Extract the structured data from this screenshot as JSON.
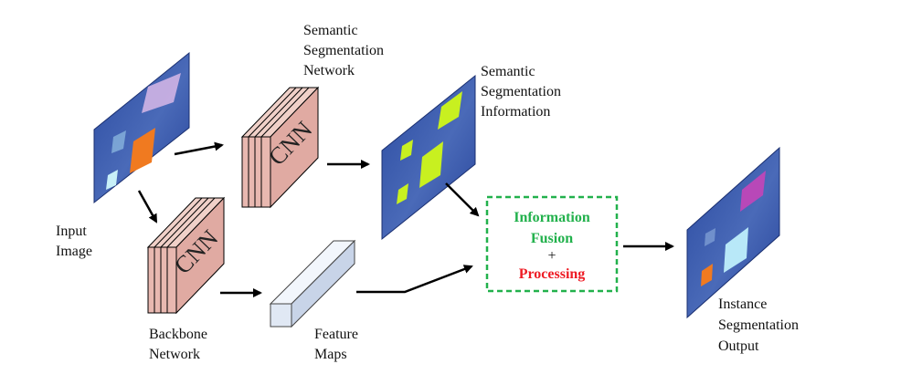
{
  "labels": {
    "input": [
      "Input",
      "Image"
    ],
    "semantic_network": [
      "Semantic",
      "Segmentation",
      "Network"
    ],
    "semantic_info": [
      "Semantic",
      "Segmentation",
      "Information"
    ],
    "backbone": [
      "Backbone",
      "Network"
    ],
    "feature_maps": [
      "Feature",
      "Maps"
    ],
    "instance_output": [
      "Instance",
      "Segmentation",
      "Output"
    ]
  },
  "cnn_text": "CNN",
  "fusion": {
    "line1": "Information",
    "line2": "Fusion",
    "plus": "+",
    "line3": "Processing"
  },
  "colors": {
    "fusion_green": "#22b14c",
    "processing_red": "#ee1c25",
    "cnn_block": "#e8b8b0",
    "image_panel": "#3050a0",
    "semantic_shape": "#c8f020"
  }
}
